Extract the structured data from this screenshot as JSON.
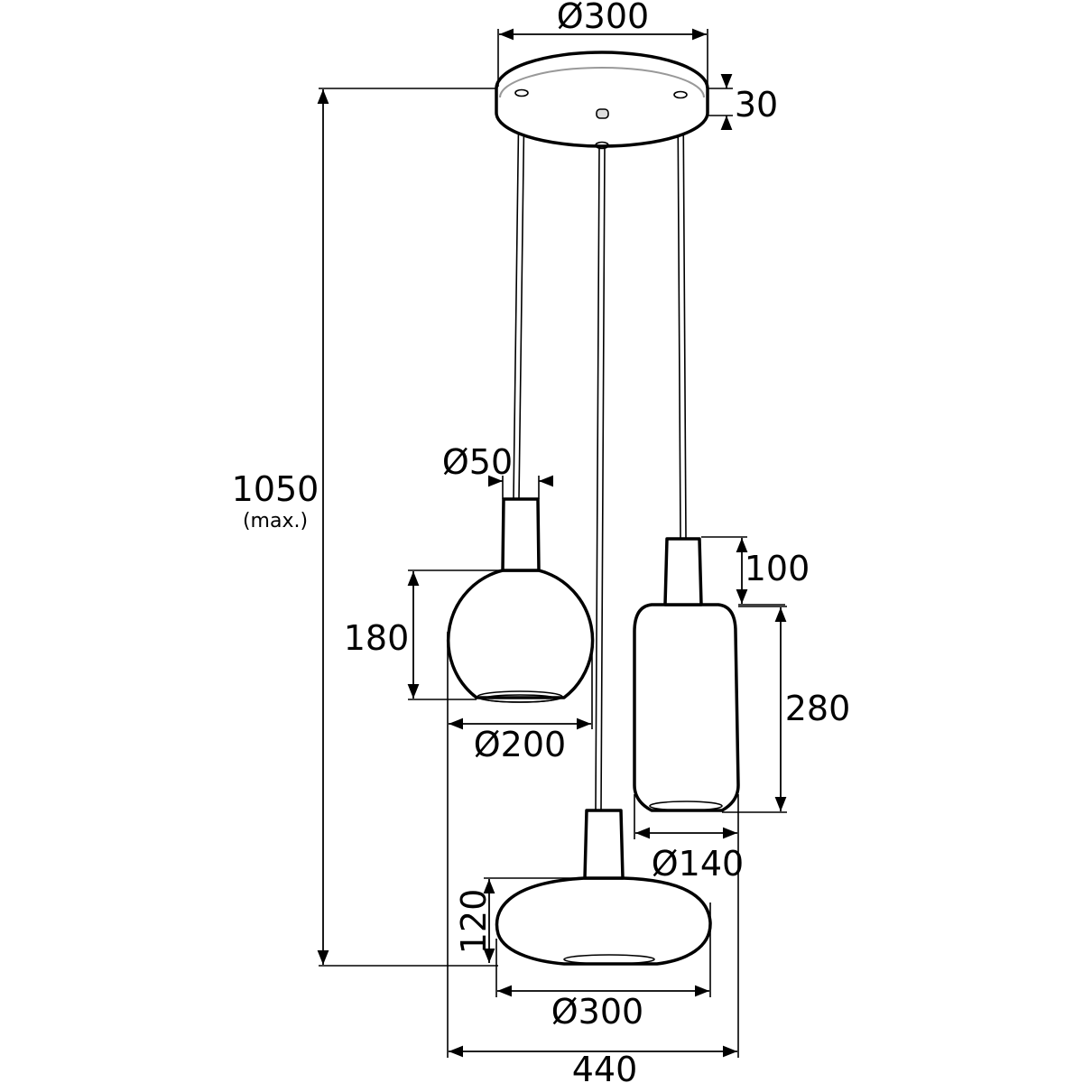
{
  "title": "Three-light pendant dimension drawing",
  "units": "mm",
  "dimensions": {
    "canopy_diameter": "Ø300",
    "canopy_height": "30",
    "total_height": "1050",
    "total_height_note": "(max.)",
    "neck_diameter": "Ø50",
    "globe_height": "180",
    "globe_diameter": "Ø200",
    "cylinder_neck_height": "100",
    "cylinder_height": "280",
    "cylinder_diameter": "Ø140",
    "saucer_height": "120",
    "saucer_diameter": "Ø300",
    "overall_width": "440"
  }
}
